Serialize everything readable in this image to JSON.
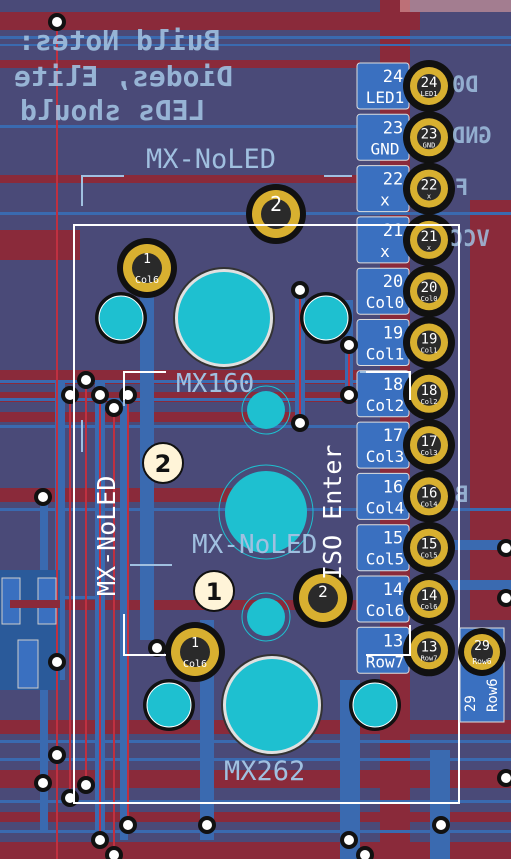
{
  "colors": {
    "board": "#4a4a78",
    "front_copper": "#8a2a3a",
    "back_copper": "#3a6ab0",
    "pad_gold": "#d8b030",
    "hole_cyan": "#1ec0d0",
    "silkscreen": "#ffffff",
    "fab_text": "#a0c0e0",
    "pin_box": "#3a70c0",
    "marker_fill": "#fff4d8"
  },
  "notes": {
    "line1": "Build Notes:",
    "line2": "Diodes, Elite",
    "line3": "LEDs should"
  },
  "labels": {
    "mx_noled_top": "MX-NoLED",
    "mx160": "MX160",
    "mx_noled_vertical": "MX-NoLED",
    "mx_noled_center": "MX-NoLED",
    "iso_enter": "ISO Enter",
    "mx262": "MX262"
  },
  "markers": {
    "m2": "2",
    "m1": "1"
  },
  "pads": {
    "col6_top": {
      "num": "1",
      "name": "Col6"
    },
    "pad2_top": {
      "num": "2"
    },
    "col6_bottom": {
      "num": "1",
      "name": "Col6"
    },
    "pad2_center": {
      "num": "2"
    }
  },
  "header_pins": [
    {
      "num": "24",
      "name": "LED1"
    },
    {
      "num": "23",
      "name": "GND"
    },
    {
      "num": "22",
      "name": "x"
    },
    {
      "num": "21",
      "name": "x"
    },
    {
      "num": "20",
      "name": "Col0"
    },
    {
      "num": "19",
      "name": "Col1"
    },
    {
      "num": "18",
      "name": "Col2"
    },
    {
      "num": "17",
      "name": "Col3"
    },
    {
      "num": "16",
      "name": "Col4"
    },
    {
      "num": "15",
      "name": "Col5"
    },
    {
      "num": "14",
      "name": "Col6"
    },
    {
      "num": "13",
      "name": "Row7"
    }
  ],
  "side_pin": {
    "num": "29",
    "name": "Row6"
  },
  "mirrored_right": {
    "d0": "D0",
    "gnd": "GND",
    "f": "F",
    "vcc": "VCC",
    "b": "B"
  }
}
